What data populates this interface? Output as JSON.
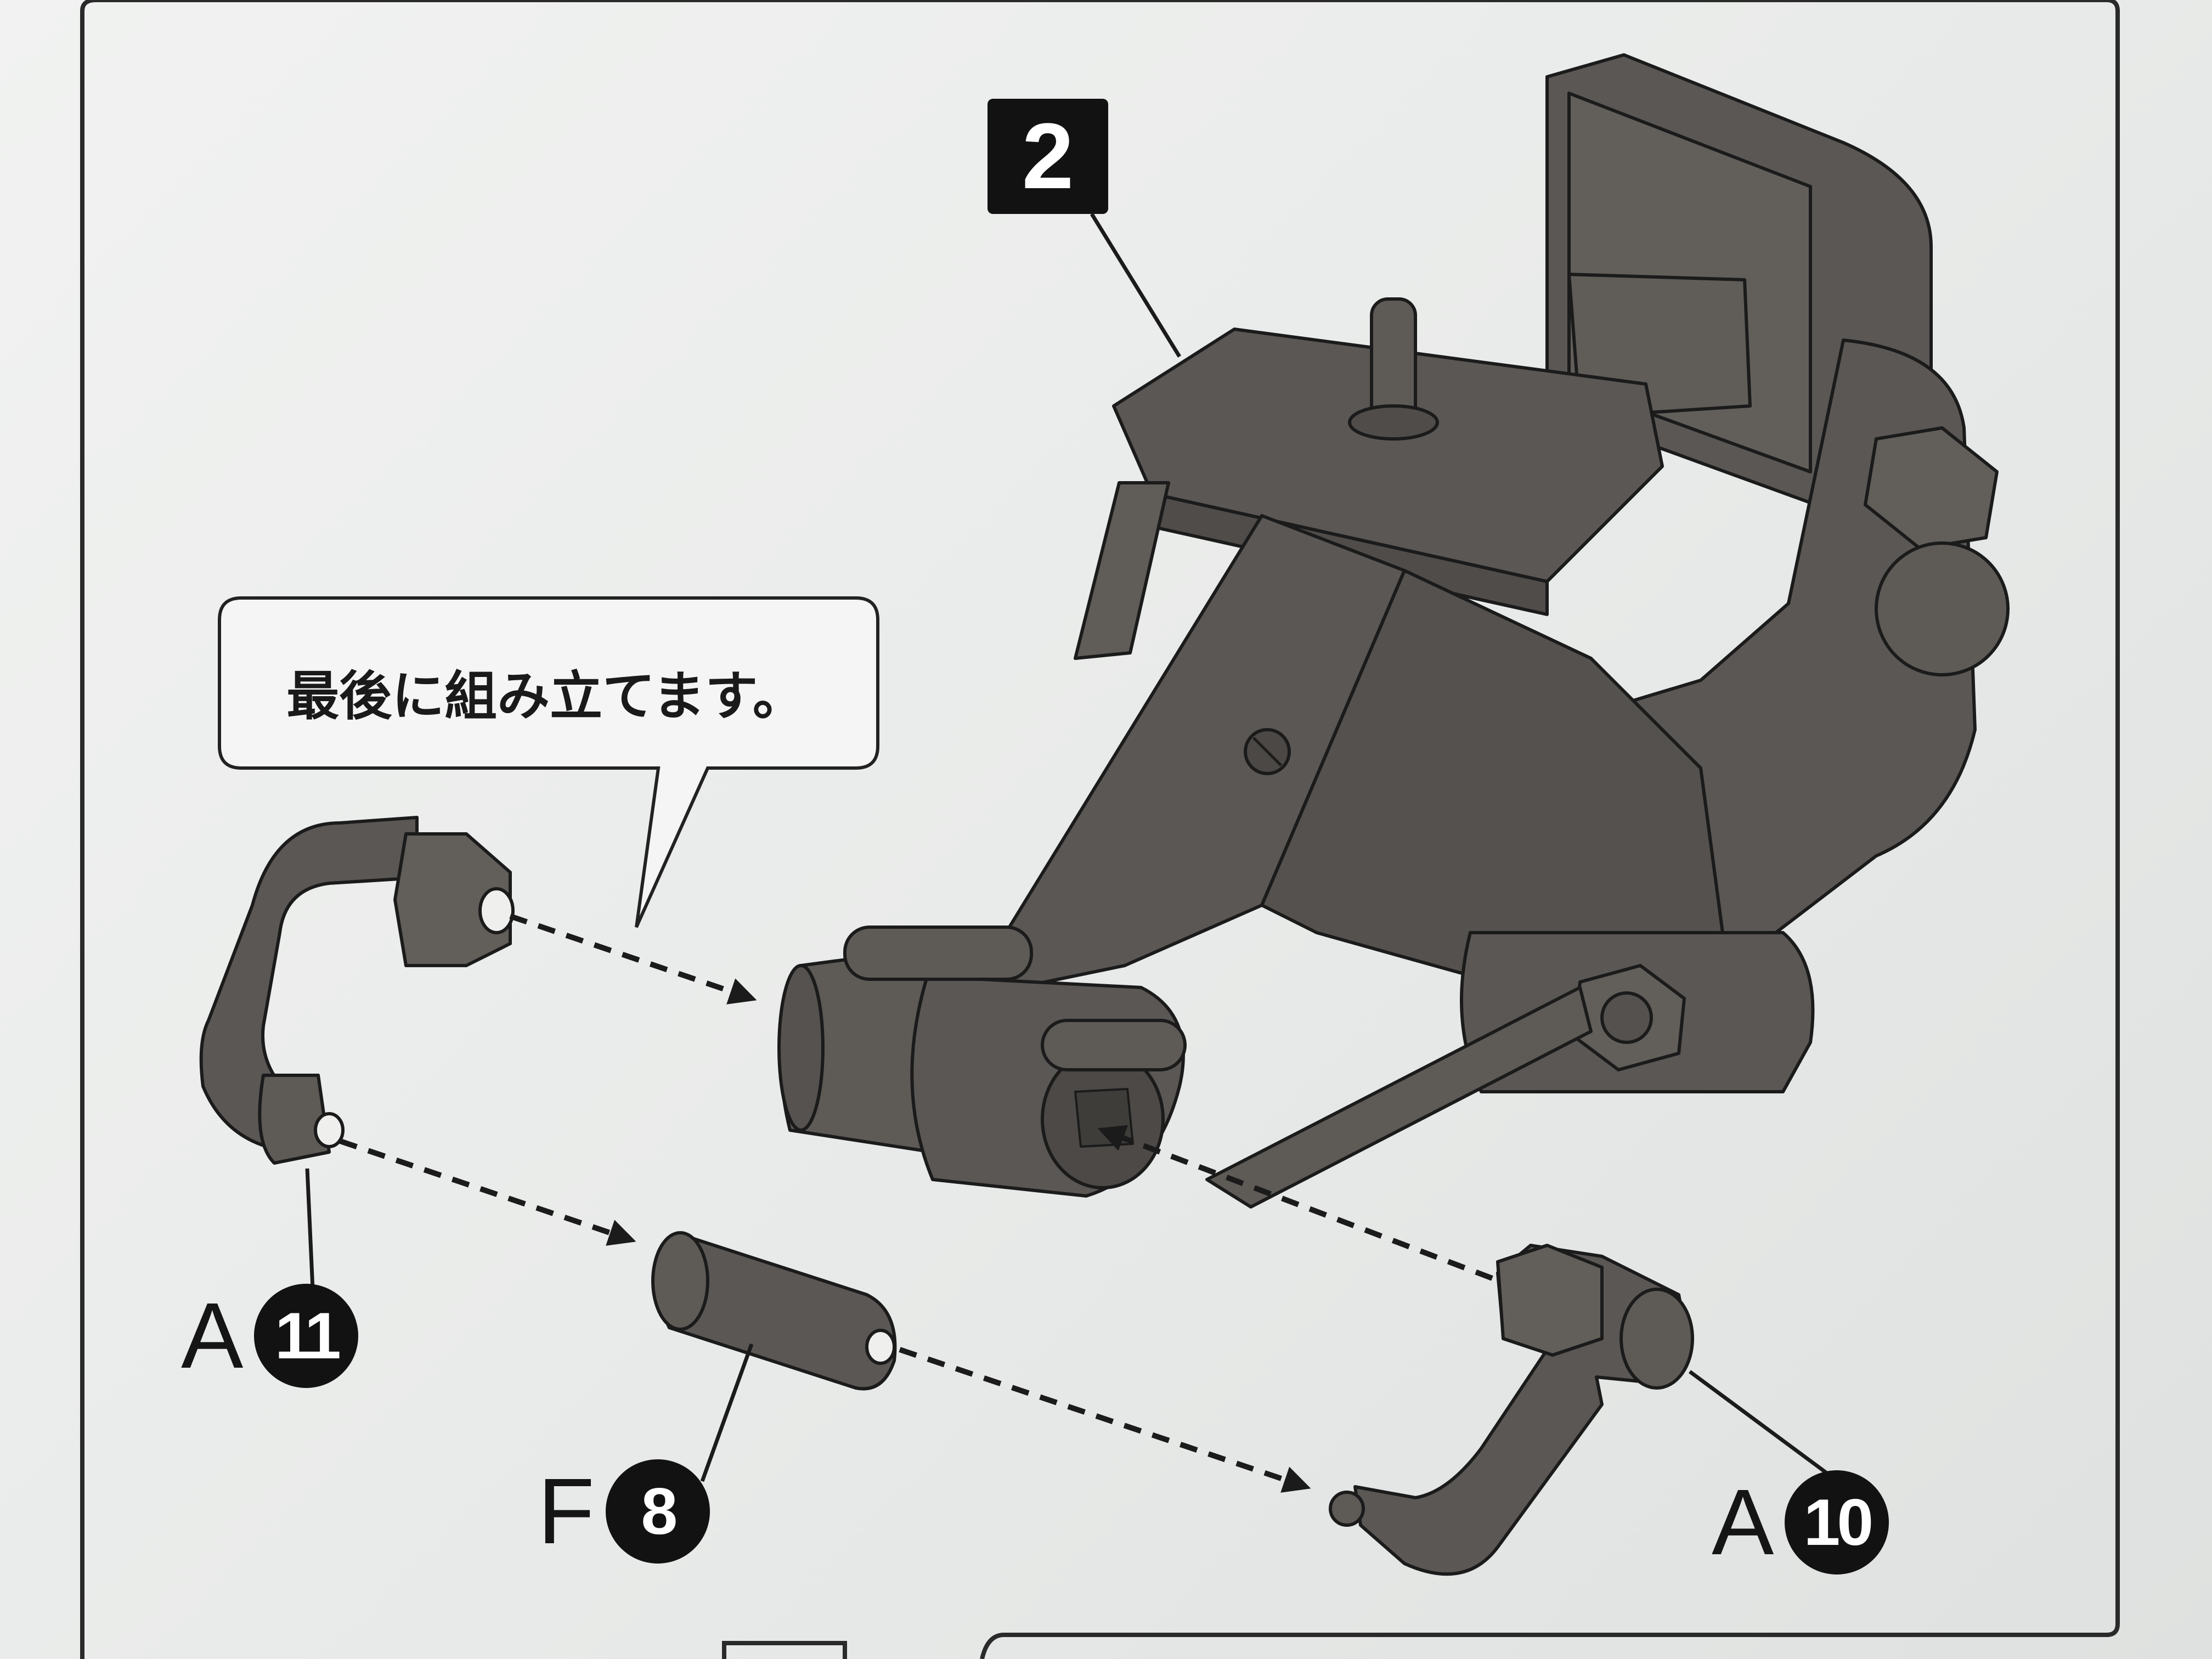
{
  "step": {
    "number": "2"
  },
  "callout": {
    "text": "最後に組み立てます。"
  },
  "parts": {
    "a11": {
      "letter": "A",
      "number": "11"
    },
    "f8": {
      "letter": "F",
      "number": "8"
    },
    "a10": {
      "letter": "A",
      "number": "10"
    }
  },
  "colors": {
    "part_fill": "#5a5754",
    "line": "#1b1b1b",
    "paper": "#ebeceb"
  }
}
